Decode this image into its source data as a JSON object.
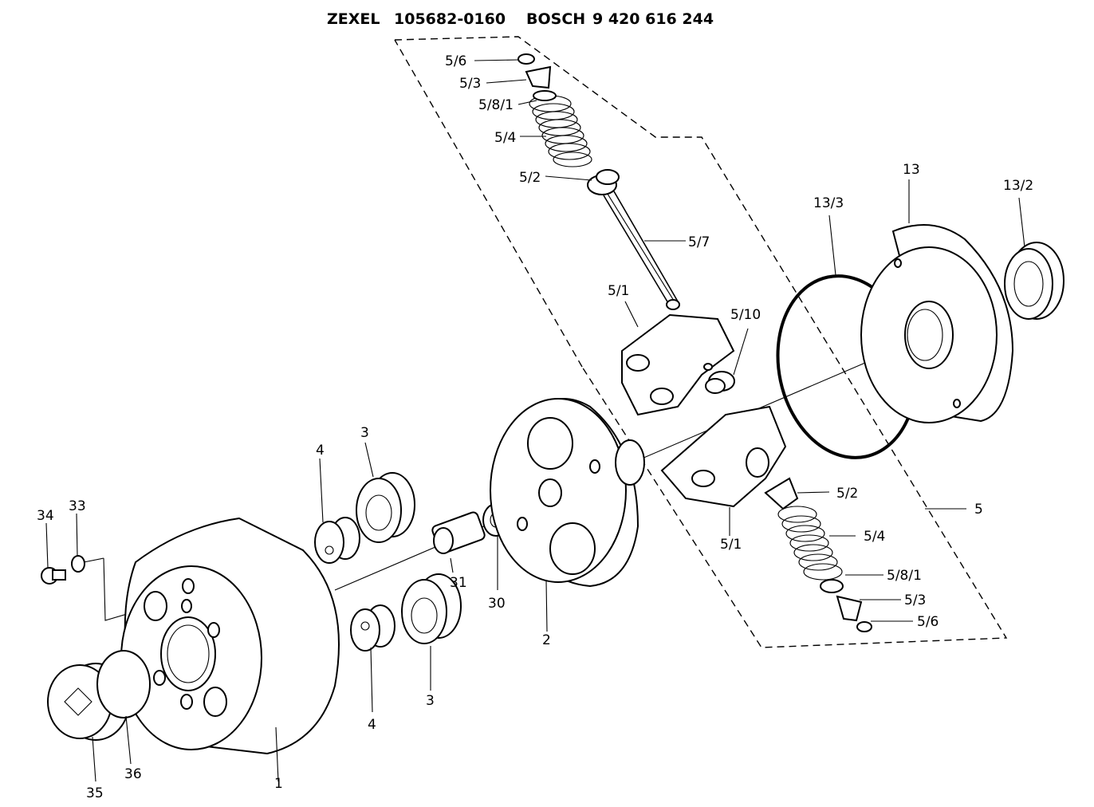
{
  "header": {
    "brand1": "ZEXEL",
    "part1": "105682-0160",
    "brand2": "BOSCH",
    "part2": "9 420 616 244"
  },
  "labels": {
    "l_5_6_top": "5/6",
    "l_5_3_top": "5/3",
    "l_5_8_1_top": "5/8/1",
    "l_5_4_top": "5/4",
    "l_5_2_top": "5/2",
    "l_5_7": "5/7",
    "l_5_1_top": "5/1",
    "l_5_10": "5/10",
    "l_13_3": "13/3",
    "l_13": "13",
    "l_13_2": "13/2",
    "l_3_top": "3",
    "l_4_top": "4",
    "l_34": "34",
    "l_33": "33",
    "l_31": "31",
    "l_30": "30",
    "l_2": "2",
    "l_5_1_bot": "5/1",
    "l_5_2_bot": "5/2",
    "l_5_4_bot": "5/4",
    "l_5_8_1_bot": "5/8/1",
    "l_5_3_bot": "5/3",
    "l_5_6_bot": "5/6",
    "l_5": "5",
    "l_3_bot": "3",
    "l_4_bot": "4",
    "l_35": "35",
    "l_36": "36",
    "l_1": "1"
  }
}
